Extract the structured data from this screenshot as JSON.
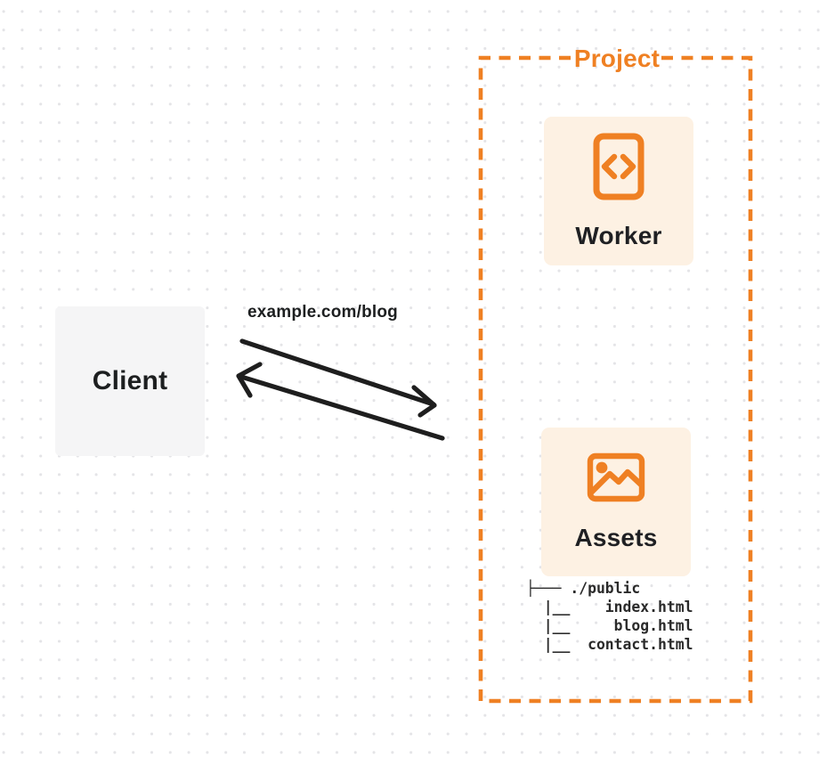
{
  "client": {
    "label": "Client"
  },
  "request": {
    "url_label": "example.com/blog"
  },
  "project": {
    "label": "Project",
    "worker": {
      "label": "Worker"
    },
    "assets": {
      "label": "Assets"
    },
    "file_tree": {
      "lines": [
        "├─── ./public",
        "  |__    index.html",
        "  |__     blog.html",
        "  |__  contact.html"
      ]
    }
  },
  "colors": {
    "accent_orange": "#ef8023",
    "card_background": "#fdf1e3",
    "client_background": "#f5f5f6",
    "ink": "#1e1e1e",
    "dot_grid": "#e4e4e7"
  }
}
